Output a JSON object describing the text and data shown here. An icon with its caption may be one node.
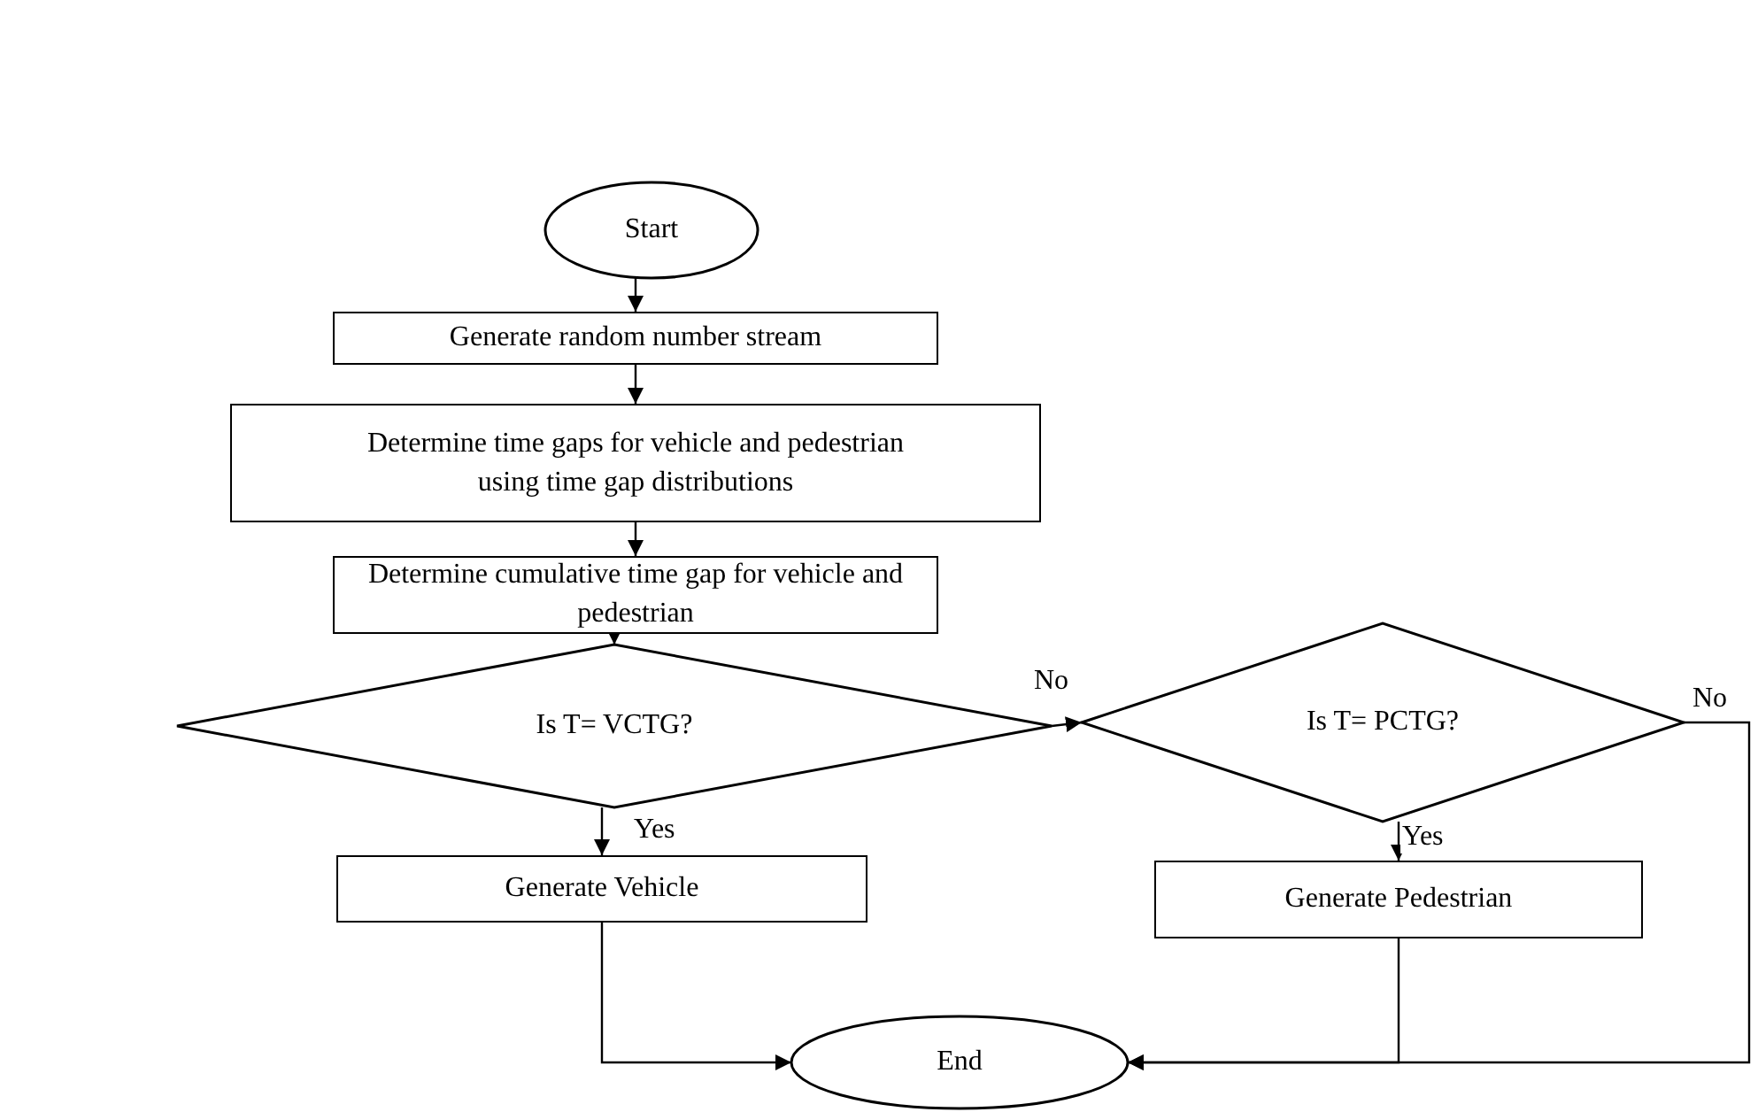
{
  "diagram": {
    "nodes": [
      {
        "text": [
          "Start"
        ]
      },
      {
        "text": [
          "Generate random number stream"
        ]
      },
      {
        "text": [
          "Determine time gaps for vehicle and pedestrian using time gap distributions"
        ]
      },
      {
        "text": [
          "Determine cumulative time gap for vehicle and pedestrian"
        ]
      },
      {
        "text": [
          "Is T= VCTG?"
        ]
      },
      {
        "text": [
          "Is T= PCTG?"
        ]
      },
      {
        "text": [
          "Generate Vehicle"
        ]
      },
      {
        "text": [
          "Generate Pedestrian"
        ]
      },
      {
        "text": [
          "End"
        ]
      }
    ],
    "edges": [
      {
        "from": 0,
        "to": 1,
        "arrow": "to"
      },
      {
        "from": 1,
        "to": 2,
        "arrow": "to"
      },
      {
        "from": 2,
        "to": 3,
        "arrow": "to"
      },
      {
        "from": 3,
        "to": 4,
        "arrow": "to"
      },
      {
        "from": 4,
        "to": 5,
        "arrow": "to",
        "label": "No"
      },
      {
        "from": 4,
        "to": 6,
        "arrow": "to",
        "label": "Yes"
      },
      {
        "from": 5,
        "to": 7,
        "arrow": "to",
        "label": "Yes"
      },
      {
        "from": 5,
        "to": 8,
        "arrow": "to",
        "label": "No"
      },
      {
        "from": 6,
        "to": 8,
        "arrow": "to"
      },
      {
        "from": 7,
        "to": 8,
        "arrow": "to"
      }
    ]
  }
}
